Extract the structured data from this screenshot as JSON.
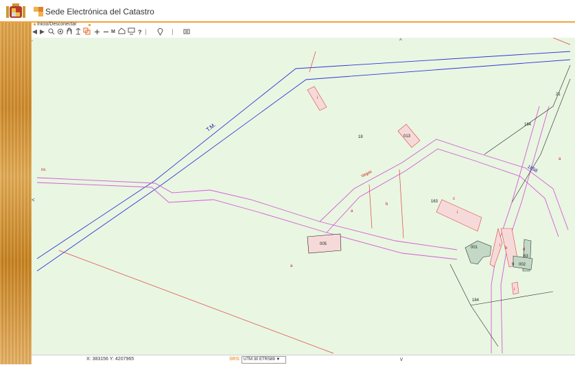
{
  "header": {
    "title": "Sede Electrónica del Catastro",
    "breadcrumb": "Inicio/Desconectar"
  },
  "toolbar": {
    "icons": [
      "arrow-left-icon",
      "arrow-right-icon",
      "zoom-icon",
      "zoom-window-icon",
      "pan-icon",
      "measure-icon",
      "layers-icon",
      "zoom-in-icon",
      "zoom-out-icon",
      "measure-m-icon",
      "print-icon",
      "screen-icon",
      "help-icon",
      "marker-icon",
      "tools-icon"
    ],
    "help_glyph": "?",
    "measure_glyph": "M"
  },
  "map": {
    "labels": {
      "tm": "T.M.",
      "road_a": "Vegas",
      "road_b": "1858",
      "p18": "18",
      "p013": "013",
      "p164": "164",
      "p21": "21",
      "p163": "163",
      "p005": "005",
      "p001": "001",
      "p002": "002",
      "p184": "184",
      "p9": "9",
      "p63": "63",
      "small_a": "a",
      "small_b": "b",
      "small_c": "c",
      "small_i": "i",
      "small_d": "d",
      "left_edge": "ns"
    },
    "colors": {
      "background": "#e9f6e2",
      "municipal": "#2f35d6",
      "road": "#d35ad6",
      "parcel": "#e04040",
      "building_fill": "#f6dada",
      "green_building": "#c3d9c6"
    }
  },
  "status": {
    "coords": "X: 383156  Y: 4207965",
    "srs_label": "SRS:",
    "srs_value": "UTM 30 ETRS89 ▼"
  },
  "nav": {
    "up": "^",
    "down": "v",
    "left": "<"
  },
  "brand": {
    "accent": "#f0a23a"
  }
}
